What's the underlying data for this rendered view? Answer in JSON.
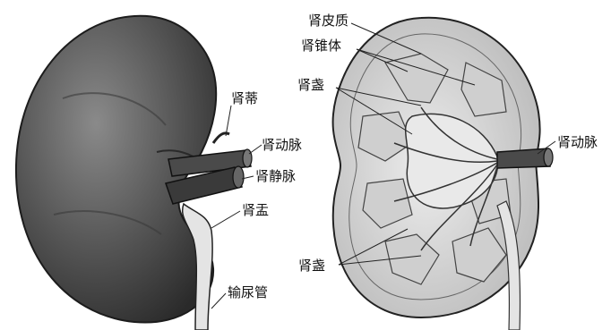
{
  "labels": {
    "renal_hilum": "肾蒂",
    "renal_artery_left": "肾动脉",
    "renal_vein": "肾静脉",
    "renal_pelvis": "肾盂",
    "ureter": "输尿管",
    "renal_cortex": "肾皮质",
    "renal_pyramid": "肾锥体",
    "renal_calyx_upper": "肾盏",
    "renal_artery_right": "肾动脉",
    "renal_calyx_lower": "肾盏"
  }
}
